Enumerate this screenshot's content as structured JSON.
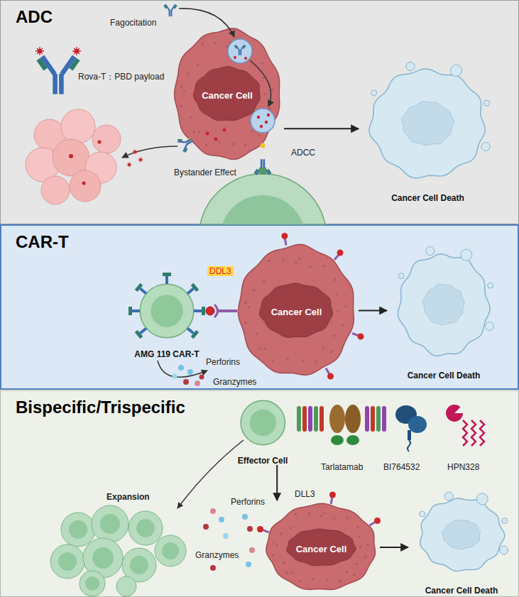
{
  "diagram": {
    "nodes": [
      {
        "text": [
          "ADC"
        ]
      },
      {
        "text": [
          "Cancer Cell"
        ],
        "in": 0
      },
      {
        "text": [
          "Cancer Cell Death"
        ],
        "in": 0
      },
      {
        "text": [
          "CAR-T"
        ]
      },
      {
        "text": [
          "AMG 119 CAR-T"
        ],
        "in": 3
      },
      {
        "text": [
          "Cancer Cell"
        ],
        "in": 3
      },
      {
        "text": [
          "Cancer Cell Death"
        ],
        "in": 3
      },
      {
        "text": [
          "Bispecific/Trispecific"
        ]
      },
      {
        "text": [
          "Effector Cell"
        ],
        "in": 7
      },
      {
        "text": [
          "Cancer Cell"
        ],
        "in": 7
      },
      {
        "text": [
          "Cancer Cell Death"
        ],
        "in": 7
      }
    ],
    "edges": [
      {
        "from": 1,
        "to": 2,
        "arrow": "to"
      },
      {
        "from": 5,
        "to": 6,
        "arrow": "to"
      },
      {
        "from": 8,
        "to": 9,
        "arrow": "to"
      },
      {
        "from": 9,
        "to": 10,
        "arrow": "to"
      }
    ],
    "labels": [
      "Fagocitation",
      "Rova-T：PBD payload",
      "Bystander Effect",
      "ADCC",
      "DDL3",
      "Perforins",
      "Granzymes",
      "Tarlatamab",
      "BI764532",
      "HPN328",
      "Expansion",
      "Perforins",
      "DLL3",
      "Granzymes"
    ]
  }
}
